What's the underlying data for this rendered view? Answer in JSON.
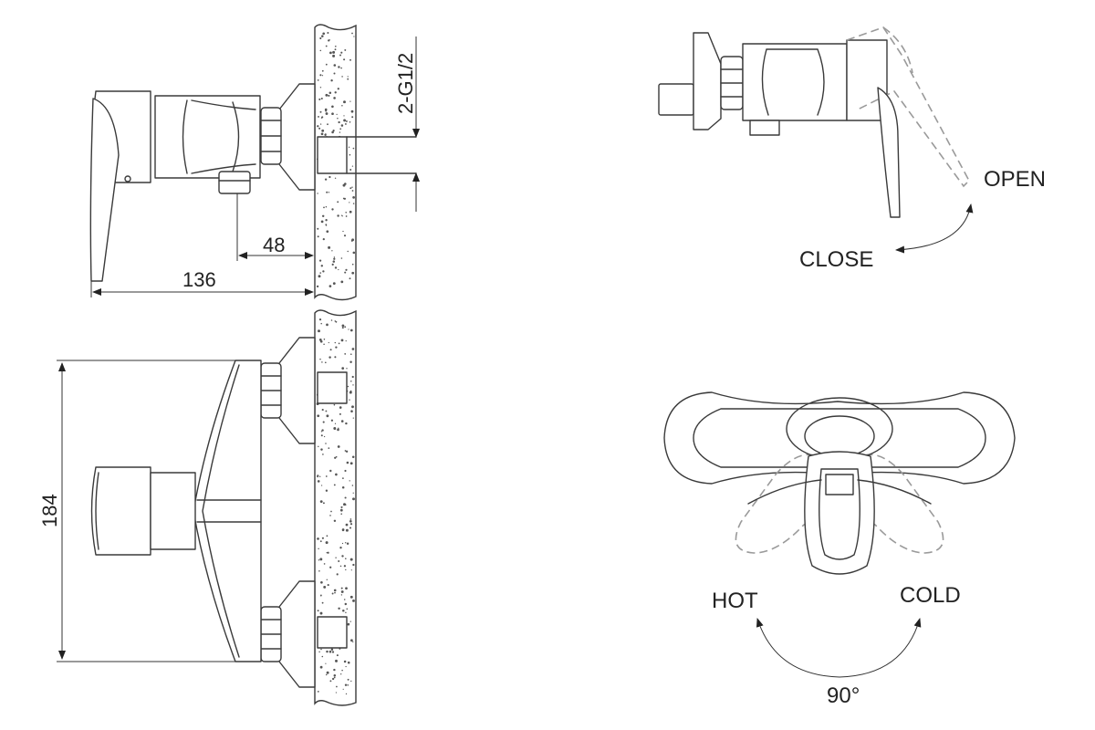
{
  "dimensions": {
    "thread": "2-G1/2",
    "depth_outlet": "48",
    "depth_total": "136",
    "height": "184"
  },
  "lever_labels": {
    "open": "OPEN",
    "close": "CLOSE"
  },
  "temperature_labels": {
    "hot": "HOT",
    "cold": "COLD",
    "angle": "90°"
  },
  "colors": {
    "line": "#3a3a3a",
    "dashed": "#9a9a9a",
    "background": "#ffffff"
  }
}
